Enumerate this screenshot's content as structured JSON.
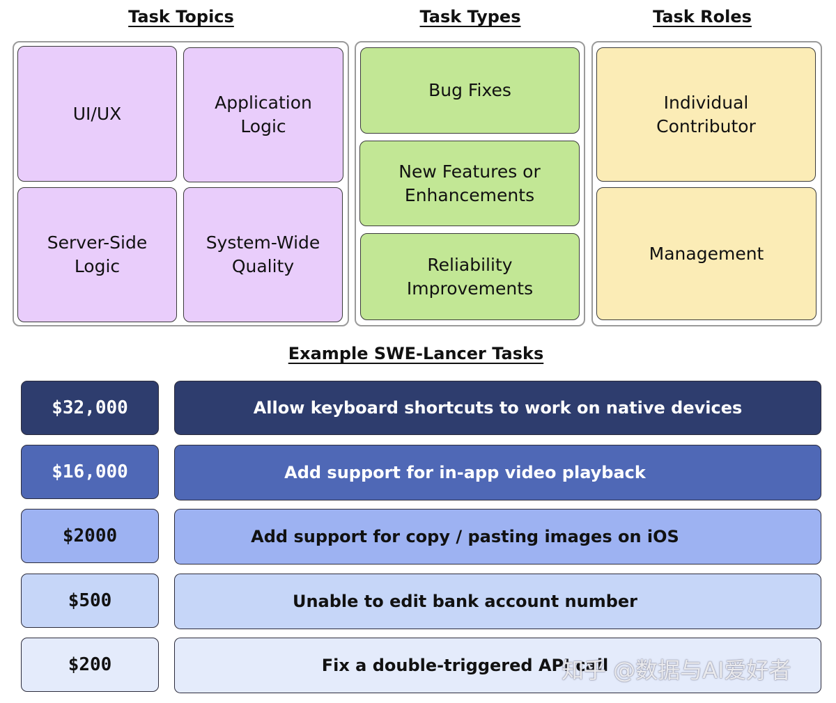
{
  "sections": {
    "topics": {
      "title": "Task Topics",
      "items": [
        "UI/UX",
        "Application\nLogic",
        "Server-Side\nLogic",
        "System-Wide\nQuality"
      ]
    },
    "types": {
      "title": "Task Types",
      "items": [
        "Bug Fixes",
        "New Features or\nEnhancements",
        "Reliability\nImprovements"
      ]
    },
    "roles": {
      "title": "Task Roles",
      "items": [
        "Individual\nContributor",
        "Management"
      ]
    }
  },
  "examples": {
    "title": "Example SWE-Lancer Tasks",
    "rows": [
      {
        "price": "$32,000",
        "task": "Allow keyboard shortcuts to work on native devices"
      },
      {
        "price": "$16,000",
        "task": "Add support for in-app video playback"
      },
      {
        "price": "$2000",
        "task": "Add support for copy / pasting images on iOS"
      },
      {
        "price": "$500",
        "task": "Unable to edit bank account number"
      },
      {
        "price": "$200",
        "task": "Fix a double-triggered API call"
      }
    ]
  },
  "colors": {
    "topics_fill": "#e9cdfb",
    "types_fill": "#c2e795",
    "roles_fill": "#fbecb6",
    "row_fills": [
      "#2e3d6e",
      "#4f68b6",
      "#9db2f2",
      "#c6d6f8",
      "#e4ebfb"
    ],
    "row_text": [
      "#ffffff",
      "#ffffff",
      "#111111",
      "#111111",
      "#111111"
    ]
  },
  "watermark": "知乎 @数据与AI爱好者"
}
